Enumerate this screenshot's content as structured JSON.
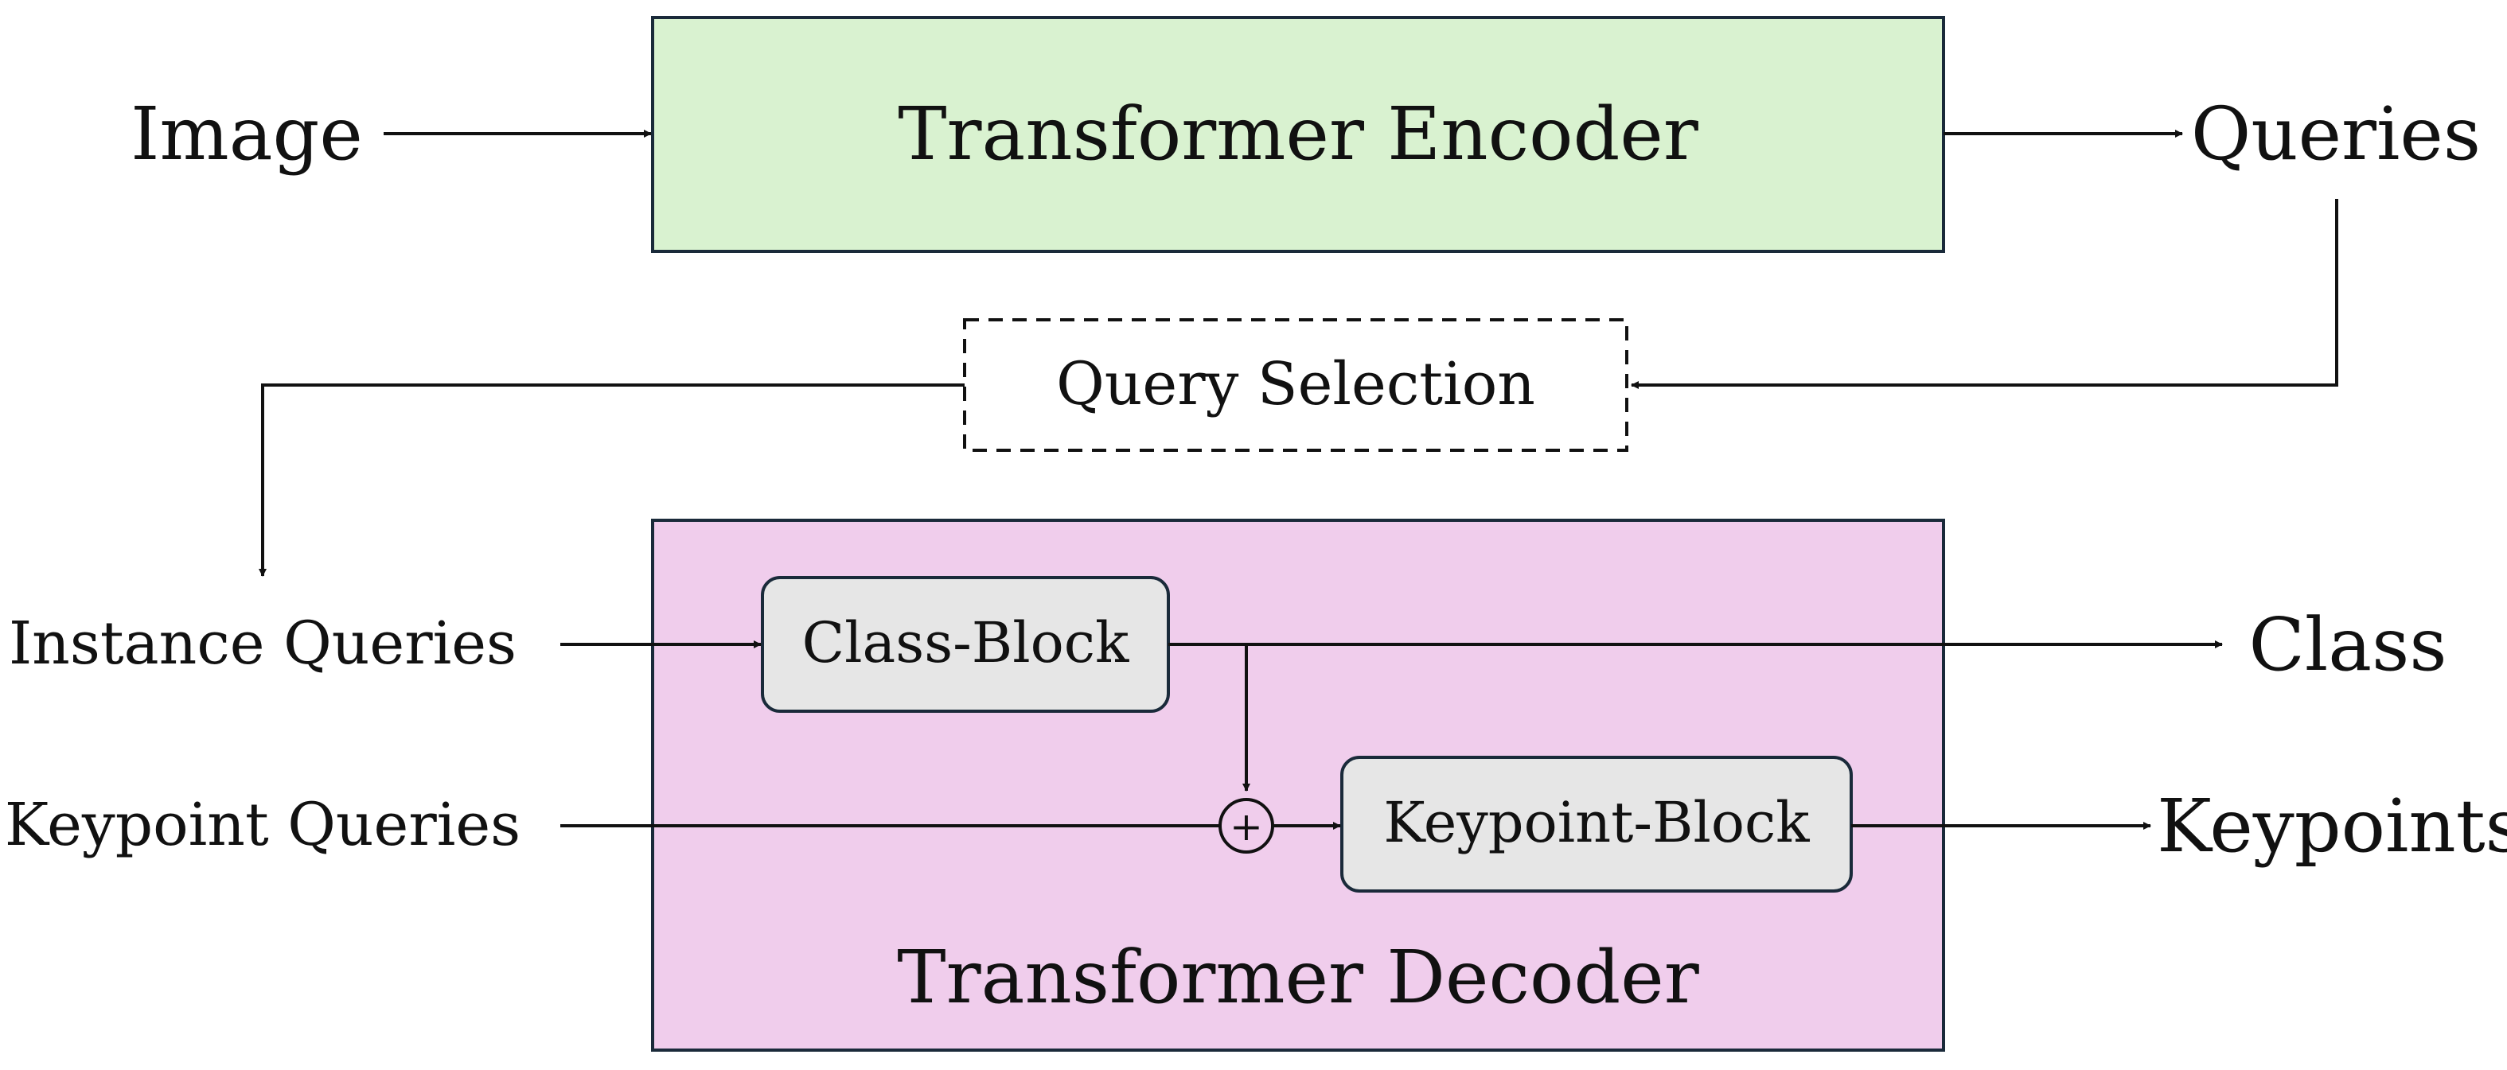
{
  "colors": {
    "encoder_fill": "#d9f2d0",
    "decoder_fill": "#f0cdec",
    "block_fill": "#e6e6e6",
    "stroke": "#1a2a3a"
  },
  "nodes": {
    "image": "Image",
    "encoder": "Transformer Encoder",
    "queries": "Queries",
    "query_selection": "Query Selection",
    "instance_queries": "Instance Queries",
    "keypoint_queries": "Keypoint Queries",
    "class_block": "Class-Block",
    "keypoint_block": "Keypoint-Block",
    "decoder": "Transformer Decoder",
    "class_out": "Class",
    "keypoints_out": "Keypoints",
    "plus": "+"
  }
}
